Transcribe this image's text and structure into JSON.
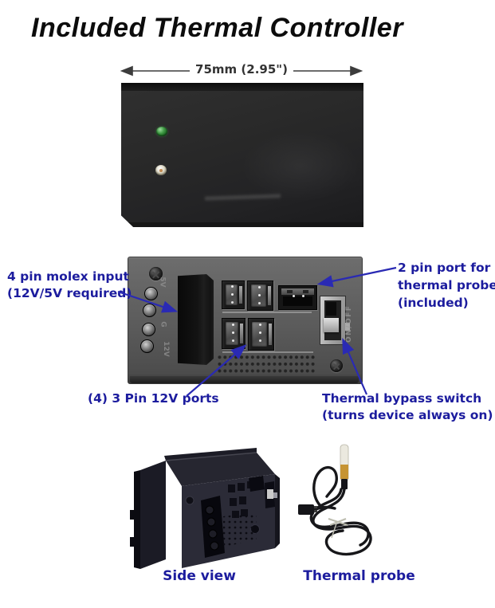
{
  "title": "Included Thermal Controller",
  "dimension_label": "75mm (2.95\")",
  "annotations": {
    "molex_line1": "4 pin molex input",
    "molex_line2": "(12V/5V required)",
    "probe_port_line1": "2 pin port for",
    "probe_port_line2": "thermal probe",
    "probe_port_line3": "(included)",
    "ports_line1": "(4) 3 Pin 12V ports",
    "bypass_line1": "Thermal bypass switch",
    "bypass_line2": "(turns device always on)"
  },
  "device_markings": {
    "molex_5v": "5V",
    "molex_g": "G",
    "molex_12v": "12V",
    "switch_onoff": "ON/OFF"
  },
  "captions": {
    "side_view": "Side view",
    "thermal_probe": "Thermal probe"
  },
  "colors": {
    "label_blue": "#1c1c9e",
    "arrow_blue": "#2a2ab4",
    "led_green": "#3f9a44",
    "device_gray": "#5b5b5b"
  }
}
